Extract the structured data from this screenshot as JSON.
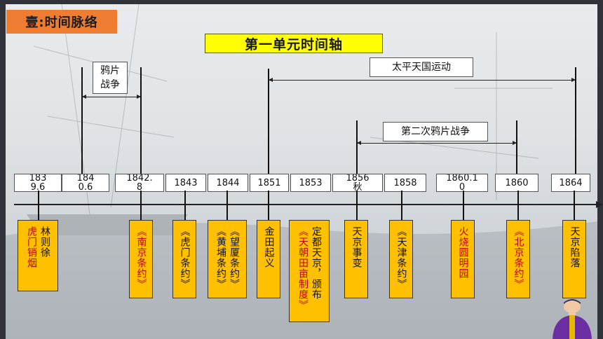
{
  "section_tag": "壹:时间脉络",
  "title": "第一单元时间轴",
  "top_labels": {
    "opium_war": "鸦片战争",
    "taiping": "太平天国运动",
    "second_opium_war": "第二次鸦片战争"
  },
  "dates": [
    "1839.6",
    "1840.6",
    "1842.8",
    "1843",
    "1844",
    "1851",
    "1853",
    "1856秋",
    "1858",
    "1860.10",
    "1860",
    "1864"
  ],
  "events": {
    "humen": [
      "林则徐",
      "虎门销烟"
    ],
    "nanjing": [
      "《南京条约》"
    ],
    "humen_treaty": [
      "《虎门条约》"
    ],
    "wangxia": [
      "《望厦条约》",
      "《黄埔条约》"
    ],
    "jintian": [
      "金田起义"
    ],
    "tianjing": [
      "定都天京，颁布",
      "《天朝田亩制度》"
    ],
    "tianjing_incident": [
      "天京事变"
    ],
    "tianjin": [
      "《天津条约》"
    ],
    "yuanmingyuan": [
      "火烧圆明园"
    ],
    "beijing": [
      "《北京条约》"
    ],
    "fall": [
      "天京陷落"
    ]
  },
  "colors": {
    "tag": "#ee7c31",
    "banner": "#ffff00",
    "event": "#ffc000",
    "treaty_text": "#c00000"
  }
}
